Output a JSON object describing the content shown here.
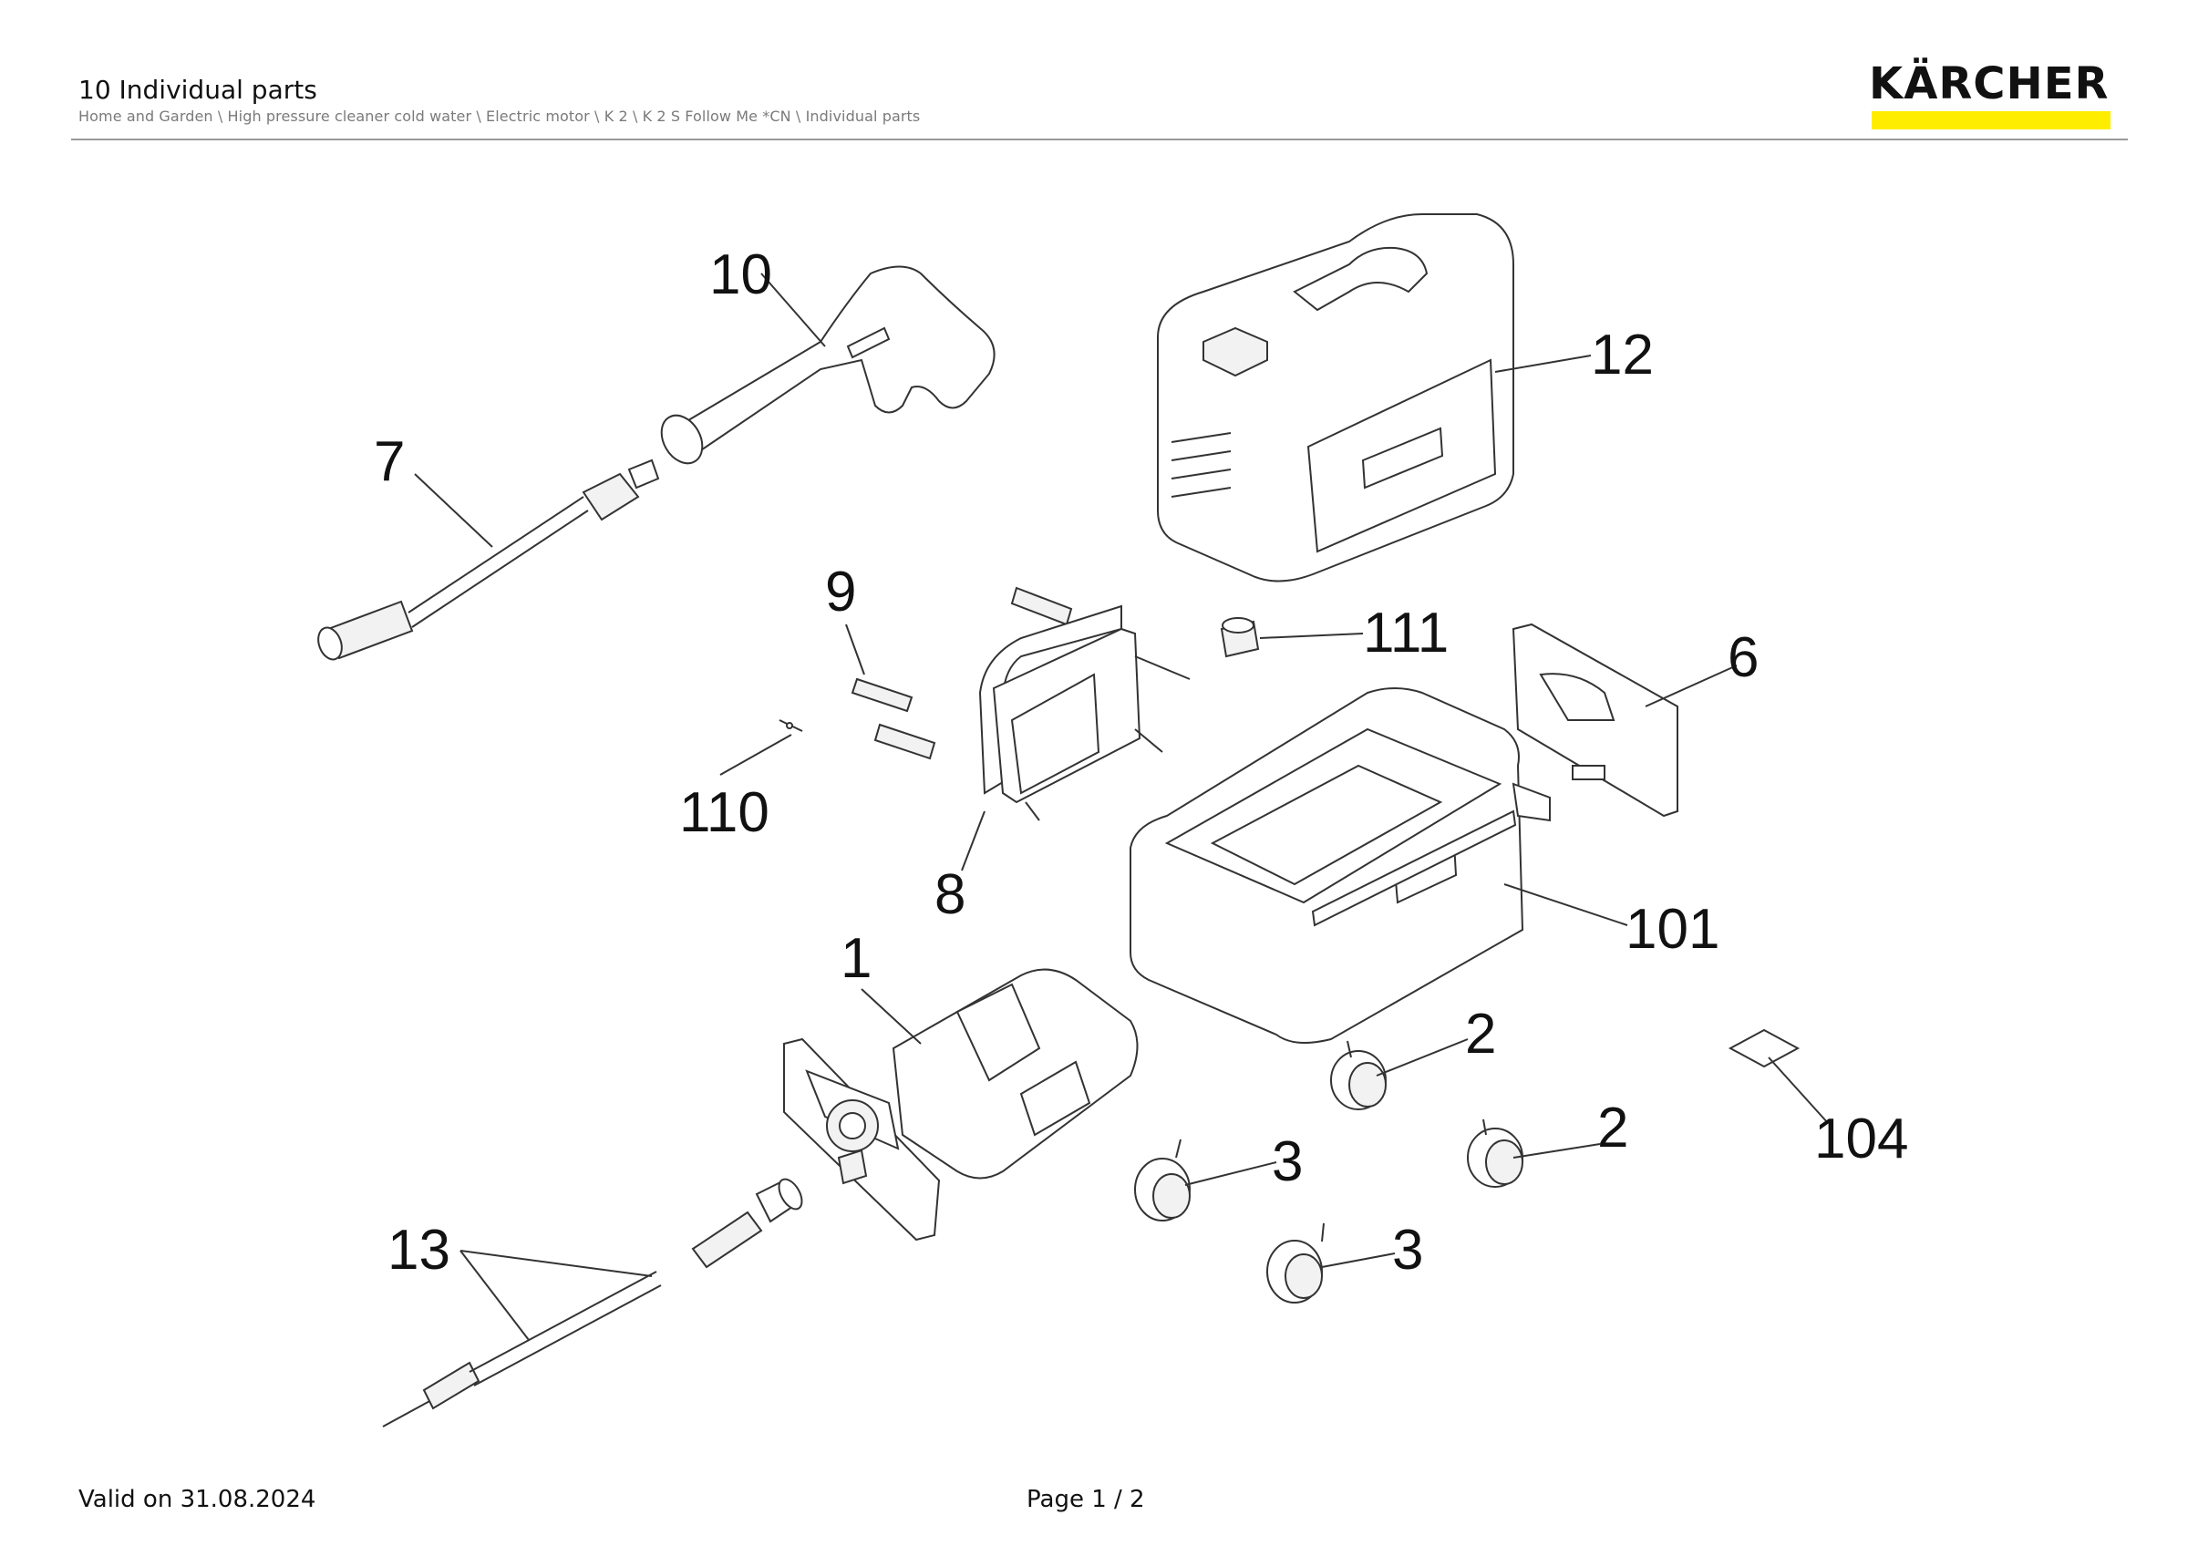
{
  "header": {
    "title": "10 Individual parts",
    "breadcrumb": "Home and Garden \\ High pressure cleaner cold water \\ Electric motor \\ K 2 \\ K 2 S Follow Me *CN \\ Individual parts"
  },
  "logo": {
    "text": "KÄRCHER",
    "accent_color": "#ffed00"
  },
  "callouts": {
    "c10": "10",
    "c7": "7",
    "c12": "12",
    "c9": "9",
    "c111": "111",
    "c6": "6",
    "c110": "110",
    "c8": "8",
    "c101": "101",
    "c1": "1",
    "c2a": "2",
    "c2b": "2",
    "c3a": "3",
    "c3b": "3",
    "c104": "104",
    "c13": "13"
  },
  "footer": {
    "valid": "Valid on 31.08.2024",
    "page": "Page 1 / 2"
  }
}
